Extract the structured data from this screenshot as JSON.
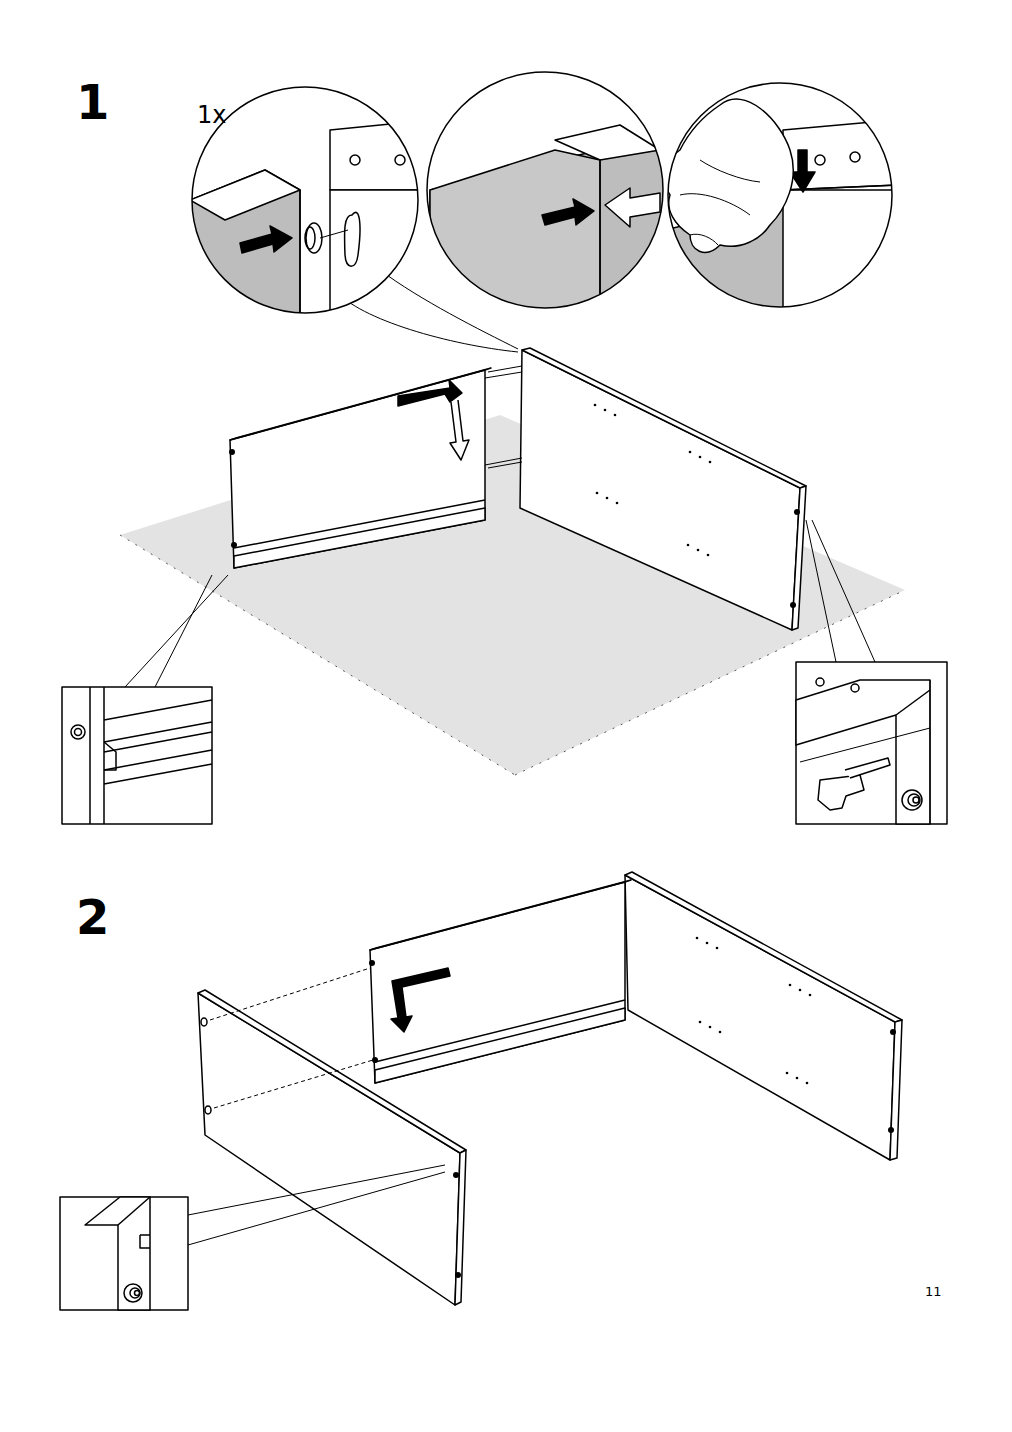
{
  "diagram": {
    "labels": [
      "1",
      "1x",
      "2",
      "11"
    ]
  }
}
